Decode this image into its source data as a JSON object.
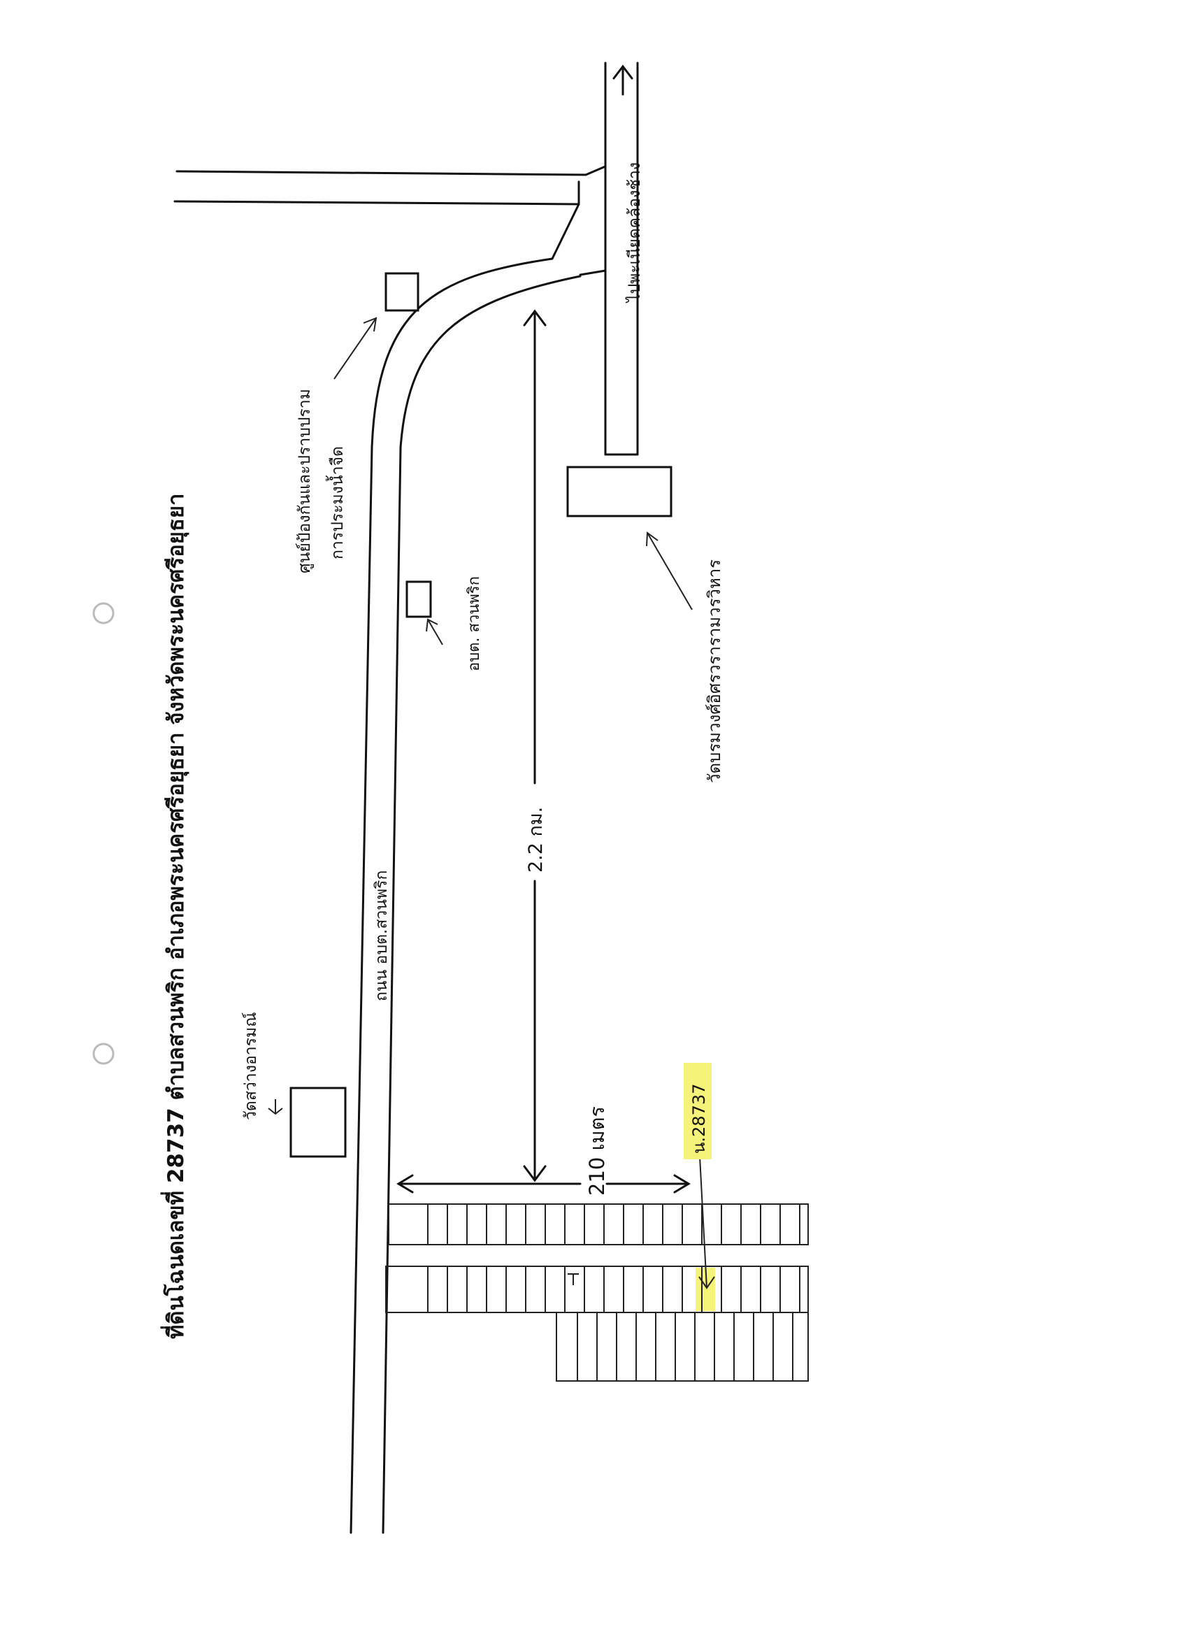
{
  "title": "ที่ดินโฉนดเลขที่ 28737 ตำบลสวนพริก อำเภอพระนครศรีอยุธยา จังหวัดพระนครศรีอยุธยา",
  "labels": {
    "wat_sawang": "วัดสว่างอารมณ์",
    "road": "ถนน อบต.สวนพริก",
    "flood_center_1": "ศูนย์ป้องกันและปราบปราม",
    "flood_center_2": "การประมงน้ำจืด",
    "obt": "อบต. สวนพริก",
    "wat_borommawong": "วัดบรมวงศ์อิศรวรารามวรวิหาร",
    "direction": "ไปพะเนียดคล้องช้าง",
    "distance": "2.2 กม.",
    "frontage": "210 เมตร",
    "parcel": "น.28737"
  },
  "colors": {
    "ink": "#111111",
    "highlight": "#f6f37a"
  }
}
